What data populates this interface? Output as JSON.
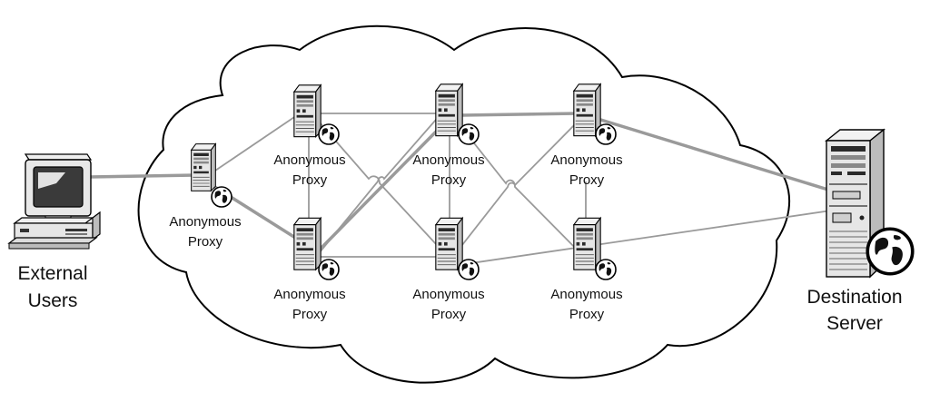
{
  "diagram": {
    "external": {
      "line1": "External",
      "line2": "Users"
    },
    "destination": {
      "line1": "Destination",
      "line2": "Server"
    },
    "proxies": [
      {
        "id": "p0",
        "line1": "Anonymous",
        "line2": "Proxy"
      },
      {
        "id": "p1",
        "line1": "Anonymous",
        "line2": "Proxy"
      },
      {
        "id": "p2",
        "line1": "Anonymous",
        "line2": "Proxy"
      },
      {
        "id": "p3",
        "line1": "Anonymous",
        "line2": "Proxy"
      },
      {
        "id": "p4",
        "line1": "Anonymous",
        "line2": "Proxy"
      },
      {
        "id": "p5",
        "line1": "Anonymous",
        "line2": "Proxy"
      },
      {
        "id": "p6",
        "line1": "Anonymous",
        "line2": "Proxy"
      }
    ],
    "colors": {
      "thin_link": "#9a9a9a",
      "thick_link": "#9a9a9a",
      "outline": "#000000",
      "device_fill": "#e3e3e3",
      "device_dark": "#2a2a2a"
    }
  }
}
